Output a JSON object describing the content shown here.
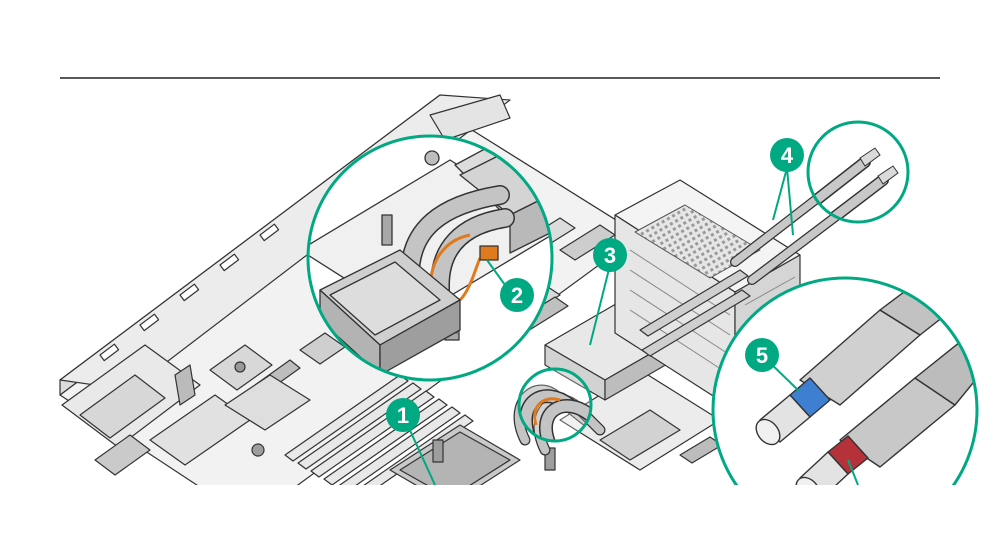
{
  "callouts": [
    {
      "label": "1"
    },
    {
      "label": "2"
    },
    {
      "label": "3"
    },
    {
      "label": "4"
    },
    {
      "label": "5"
    }
  ],
  "colors": {
    "accent": "#01A982",
    "line": "#333333",
    "metal_light": "#eeeeee",
    "metal_mid": "#cfcfcf",
    "metal_dark": "#8c8c8c",
    "tube": "#bdbdbd",
    "orange": "#e07a1e",
    "blue_ring": "#3f7fd1",
    "red_ring": "#b5323a"
  }
}
